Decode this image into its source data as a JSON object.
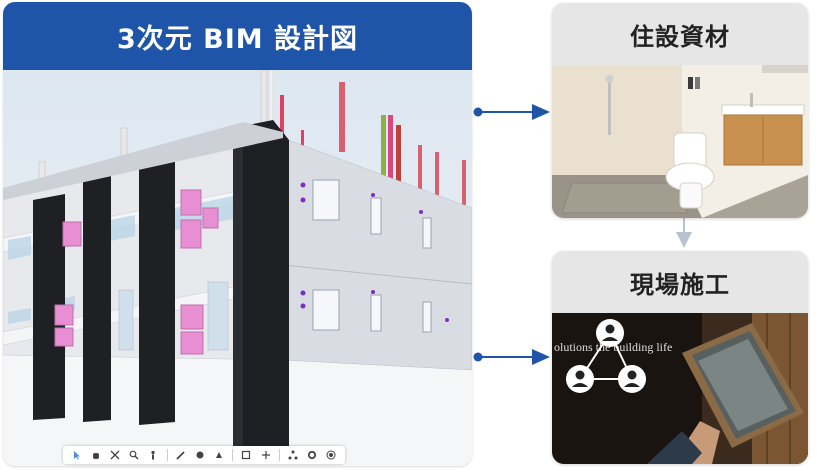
{
  "bim_panel": {
    "title": "3次元 BIM 設計図",
    "header_color": "#1f55a8"
  },
  "toolbar": {
    "icons": [
      "select-icon",
      "hand-icon",
      "fit-icon",
      "zoom-icon",
      "person-icon",
      "pen-icon",
      "measure-icon",
      "section-icon",
      "box-icon",
      "explode-icon",
      "tree-icon",
      "settings-icon",
      "fullscreen-icon"
    ]
  },
  "materials_panel": {
    "title": "住設資材"
  },
  "construction_panel": {
    "title": "現場施工",
    "overlay_text": "olutions the building life"
  },
  "colors": {
    "arrow": "#1f55a8",
    "down_arrow": "#b9c3cf",
    "panel_bg": "#e6e6e6"
  }
}
